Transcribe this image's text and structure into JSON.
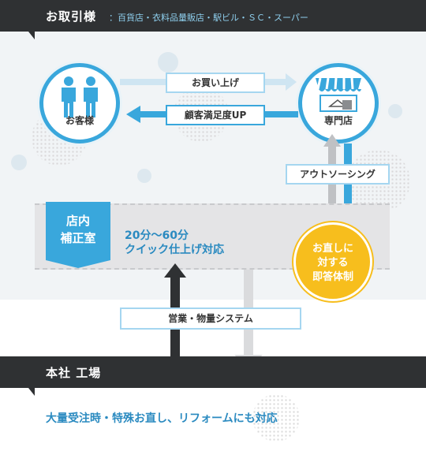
{
  "top_banner": {
    "title": "お取引様",
    "subtitle": "：百貨店・衣料品量販店・駅ビル・ＳＣ・スーパー"
  },
  "customer": {
    "label": "お客様",
    "icon": "people-icon"
  },
  "shop": {
    "label": "専門店",
    "icon": "storefront-icon"
  },
  "arrow_purchase": {
    "label": "お買い上げ"
  },
  "arrow_satisfaction": {
    "label": "顧客満足度UP"
  },
  "arrow_outsourcing": {
    "label": "アウトソーシング"
  },
  "store_room": {
    "badge_line1": "店内",
    "badge_line2": "補正室",
    "desc_line1": "20分〜60分",
    "desc_line2": "クイック仕上げ対応"
  },
  "yellow_badge": {
    "line1": "お直しに",
    "line2": "対する",
    "line3": "即答体制"
  },
  "arrow_system": {
    "label": "営業・物量システム"
  },
  "bottom_banner": {
    "title": "本社 工場"
  },
  "bottom_text": "大量受注時・特殊お直し、リフォームにも対応",
  "colors": {
    "blue": "#39a7dc",
    "dark": "#2f3133",
    "yellow": "#f7be1d",
    "light_blue": "#a5d6f0",
    "gray": "#bfc1c4"
  }
}
